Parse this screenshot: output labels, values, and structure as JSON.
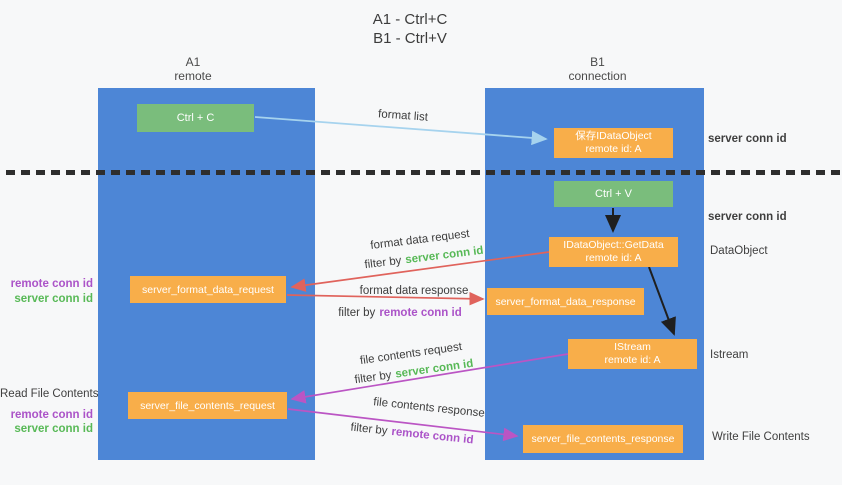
{
  "title": {
    "line1": "A1 - Ctrl+C",
    "line2": "B1 - Ctrl+V"
  },
  "lanes": {
    "left": {
      "name": "A1",
      "role": "remote"
    },
    "right": {
      "name": "B1",
      "role": "connection"
    }
  },
  "nodes": {
    "ctrl_c": {
      "label": "Ctrl + C"
    },
    "ctrl_v": {
      "label": "Ctrl + V"
    },
    "save_dataobject": {
      "line1": "保存IDataObject",
      "line2": "remote id: A"
    },
    "getdata": {
      "line1": "IDataObject::GetData",
      "line2": "remote id: A"
    },
    "istream": {
      "line1": "IStream",
      "line2": "remote id: A"
    },
    "server_format_data_request": {
      "label": "server_format_data_request"
    },
    "server_format_data_response": {
      "label": "server_format_data_response"
    },
    "server_file_contents_request": {
      "label": "server_file_contents_request"
    },
    "server_file_contents_response": {
      "label": "server_file_contents_response"
    }
  },
  "messages": {
    "format_list": "format list",
    "format_data_request": "format data request",
    "format_data_response": "format data response",
    "file_contents_request": "file contents request",
    "file_contents_response": "file contents response",
    "filter_by": "filter by",
    "server_conn_id": "server conn id",
    "remote_conn_id": "remote conn id"
  },
  "side_labels": {
    "server_conn_id": "server conn id",
    "remote_conn_id": "remote conn id",
    "dataobject": "DataObject",
    "istream": "Istream",
    "read_file_contents": "Read File Contents",
    "write_file_contents": "Write File Contents"
  },
  "colors": {
    "lane_blue": "#4d86d6",
    "node_orange": "#f8ae4a",
    "node_green": "#7abd7c",
    "server_conn_green": "#58b957",
    "remote_conn_purple": "#ab53c8",
    "format_arrow_red": "#e0635c",
    "file_arrow_magenta": "#bb55c4",
    "format_list_blue": "#a6d3ee",
    "black_arrow": "#1f1f1f",
    "background": "#f7f8f9"
  }
}
